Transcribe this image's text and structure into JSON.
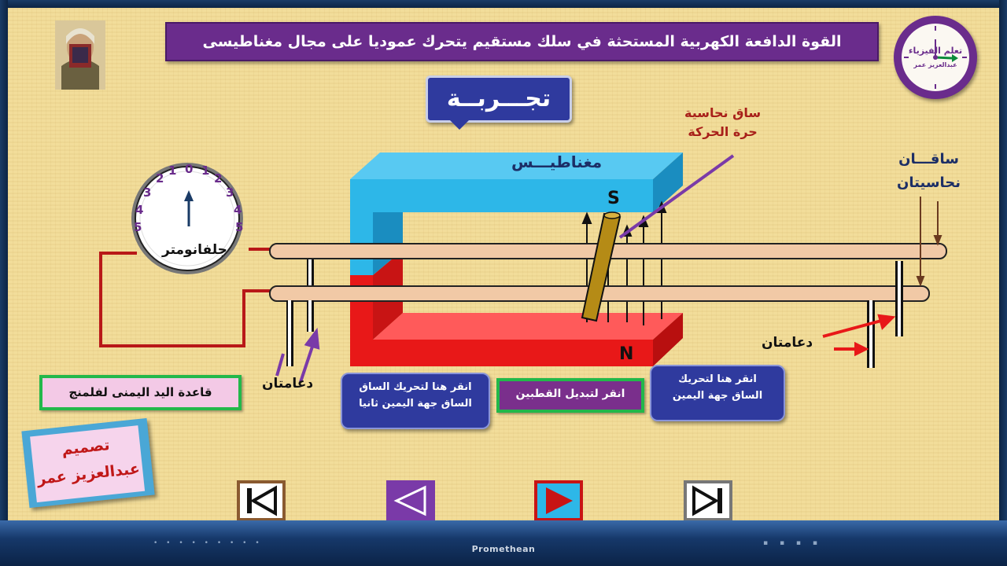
{
  "title": "القوة الدافعة الكهربية المستحثة في سلك مستقيم يتحرك عموديا على مجال مغناطيسى",
  "experiment_label": "تجـــربــة",
  "labels": {
    "magnet": "مغناطيـــس",
    "rod_line1": "ساق نحاسية",
    "rod_line2": "حرة الحركة",
    "rails_line1": "ساقـــان",
    "rails_line2": "نحاسيتان",
    "supports_right": "دعامتان",
    "supports_left": "دعامتان",
    "galvanometer": "جلفانومتر",
    "pole_s": "S",
    "pole_n": "N"
  },
  "galvanometer_scale": [
    "5",
    "4",
    "3",
    "2",
    "1",
    "0",
    "1",
    "2",
    "3",
    "4",
    "5"
  ],
  "buttons": {
    "right_hand_rule": "قاعدة اليد اليمنى لفلمنج",
    "swap_poles": "انقر لتبديل القطبين",
    "move_right_again_line1": "انقر هنا لتحريك الساق",
    "move_right_again_line2": "الساق جهة اليمين ثانيا",
    "move_right_line1": "انقر هنا لتحريك",
    "move_right_line2": "الساق جهة اليمين"
  },
  "designer": {
    "line1": "تصميم",
    "line2": "عبدالعزيز عمر"
  },
  "clock_badge": {
    "line1": "تعلم الفيزياء",
    "line2": "عبدالعزيز عمر"
  },
  "bezel_brand": "Promethean",
  "nav": {
    "first_icon": "skip-back-icon",
    "prev_icon": "triangle-left-icon",
    "next_icon": "triangle-right-icon",
    "last_icon": "skip-forward-icon"
  },
  "colors": {
    "background": "#f2dd9a",
    "title_bar": "#6a2c8c",
    "magnet_top": "#2db7e8",
    "magnet_bottom": "#f01d1d",
    "button_blue": "#2f3a9e",
    "button_border_green": "#22b84a",
    "rod": "#b58b16",
    "rail": "#f1c9a6"
  }
}
